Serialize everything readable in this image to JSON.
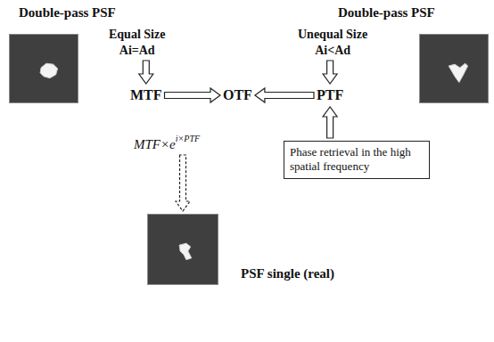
{
  "diagram": {
    "nodes": [
      {
        "text": [
          "Double-pass PSF"
        ]
      },
      {
        "text": [
          "Equal Size",
          "Ai=Ad"
        ]
      },
      {
        "text": [
          "Double-pass PSF"
        ]
      },
      {
        "text": [
          "Unequal Size",
          "Ai<Ad"
        ]
      },
      {
        "text": [
          "MTF"
        ]
      },
      {
        "text": [
          "OTF"
        ]
      },
      {
        "text": [
          "PTF"
        ]
      },
      {
        "text": [
          "Phase retrieval in the high spatial frequency"
        ]
      },
      {
        "text": [
          "MTF×e",
          "i×PTF"
        ]
      },
      {
        "text": [
          "PSF single (real)"
        ]
      }
    ],
    "edges": [
      {
        "from": 1,
        "to": 4,
        "arrow": "to"
      },
      {
        "from": 4,
        "to": 5,
        "arrow": "to"
      },
      {
        "from": 6,
        "to": 5,
        "arrow": "to"
      },
      {
        "from": 3,
        "to": 6,
        "arrow": "to"
      },
      {
        "from": 7,
        "to": 6,
        "arrow": "to"
      },
      {
        "from": 8,
        "to": 9,
        "arrow": "to"
      }
    ]
  }
}
